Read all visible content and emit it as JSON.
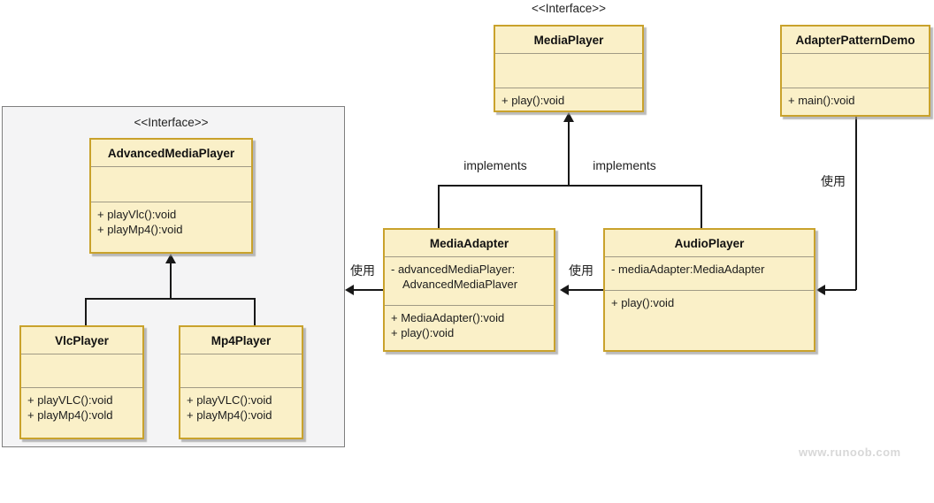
{
  "diagram": {
    "stereotypes": {
      "media_player": "<<Interface>>",
      "advanced_media_player": "<<Interface>>"
    },
    "classes": {
      "media_player": {
        "title": "MediaPlayer",
        "methods": [
          "+ play():void"
        ]
      },
      "adapter_pattern_demo": {
        "title": "AdapterPatternDemo",
        "methods": [
          "+ main():void"
        ]
      },
      "advanced_media_player": {
        "title": "AdvancedMediaPlayer",
        "methods": [
          "+ playVlc():void",
          "+ playMp4():void"
        ]
      },
      "media_adapter": {
        "title": "MediaAdapter",
        "attributes": [
          "- advancedMediaPlayer:",
          "AdvancedMediaPlaver"
        ],
        "methods": [
          "+ MediaAdapter():void",
          "+ play():void"
        ]
      },
      "audio_player": {
        "title": "AudioPlayer",
        "attributes": [
          "- mediaAdapter:MediaAdapter"
        ],
        "methods": [
          "+ play():void"
        ]
      },
      "vlc_player": {
        "title": "VlcPlayer",
        "methods": [
          "+ playVLC():void",
          "+ playMp4():vold"
        ]
      },
      "mp4_player": {
        "title": "Mp4Player",
        "methods": [
          "+ playVLC():void",
          "+ playMp4():void"
        ]
      }
    },
    "edge_labels": {
      "implements_left": "implements",
      "implements_right": "implements",
      "use_left": "使用",
      "use_middle": "使用",
      "use_right": "使用"
    },
    "watermark": "www.runoob.com",
    "colors": {
      "box_fill": "#FAF0C8",
      "box_border": "#C9A22C",
      "panel_fill": "#F4F4F5",
      "panel_border": "#7F7F7F",
      "line": "#181818",
      "watermark_text": "#D8D8D8"
    }
  }
}
